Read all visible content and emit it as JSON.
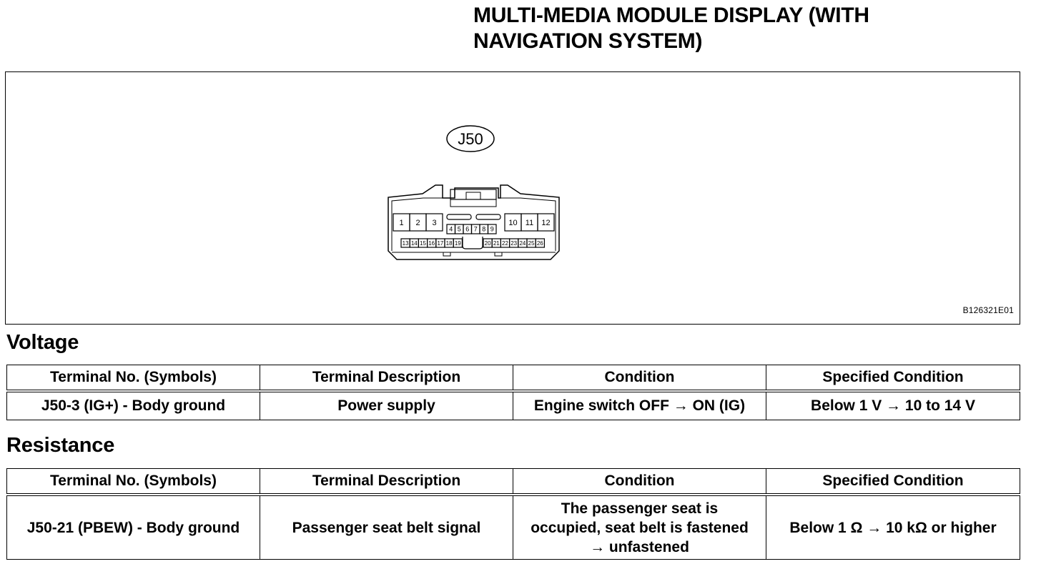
{
  "document": {
    "title_lines": [
      "MULTI-MEDIA MODULE DISPLAY (WITH",
      "NAVIGATION SYSTEM)"
    ]
  },
  "figure": {
    "connector_label": "J50",
    "figure_code": "B126321E01",
    "pins_top_left": [
      "1",
      "2",
      "3"
    ],
    "pins_top_middle": [
      "4",
      "5",
      "6",
      "7",
      "8",
      "9"
    ],
    "pins_top_right": [
      "10",
      "11",
      "12"
    ],
    "pins_bottom_left": [
      "13",
      "14",
      "15",
      "16",
      "17",
      "18",
      "19"
    ],
    "pins_bottom_right": [
      "20",
      "21",
      "22",
      "23",
      "24",
      "25",
      "26"
    ]
  },
  "voltage": {
    "heading": "Voltage",
    "columns": [
      "Terminal No. (Symbols)",
      "Terminal Description",
      "Condition",
      "Specified Condition"
    ],
    "rows": [
      {
        "terminal": "J50-3 (IG+) - Body ground",
        "description": "Power supply",
        "condition": "Engine switch OFF → ON (IG)",
        "specified": "Below 1 V → 10 to 14 V"
      }
    ]
  },
  "resistance": {
    "heading": "Resistance",
    "columns": [
      "Terminal No. (Symbols)",
      "Terminal Description",
      "Condition",
      "Specified Condition"
    ],
    "rows": [
      {
        "terminal": "J50-21 (PBEW) - Body ground",
        "description": "Passenger seat belt signal",
        "condition_lines": [
          "The passenger seat is",
          "occupied, seat belt is fastened",
          "→ unfastened"
        ],
        "specified": "Below 1 Ω → 10 kΩ or higher"
      }
    ]
  }
}
